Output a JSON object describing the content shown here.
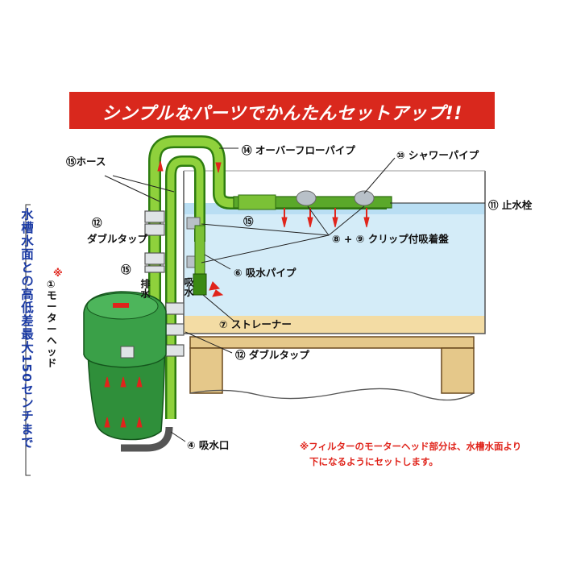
{
  "title": "シンプルなパーツでかんたんセットアップ!!",
  "side_note": "水槽水面との高低差最大150センチまで",
  "labels": {
    "hose": "⑮ホース",
    "overflow_pipe": "⑭ オーバーフローパイプ",
    "shower_pipe": "⑩ シャワーパイプ",
    "stopper": "⑪ 止水栓",
    "part15_tank": "⑮",
    "clip_sucker": "⑧ + ⑨ クリップ付吸着盤",
    "double_tap_left_1": "⑫",
    "double_tap_left_2": "ダブルタップ",
    "part15_left": "⑮",
    "suction_pipe": "⑥ 吸水パイプ",
    "motor_head_mark": "※",
    "motor_head": "①モーターヘッド",
    "drain": "排水",
    "intake": "吸水",
    "strainer": "⑦ ストレーナー",
    "double_tap_right": "⑫ ダブルタップ",
    "intake_port": "④ 吸水口"
  },
  "footnote": {
    "line1": "※フィルターのモーターヘッド部分は、水槽水面より",
    "line2": "下になるようにセットします。"
  },
  "colors": {
    "banner": "#d9281d",
    "pipe_green": "#6fbf2a",
    "pipe_dark": "#3a8a12",
    "filter_green": "#2f8f3a",
    "water": "#d4ecf8",
    "sand": "#f3dca4",
    "wood": "#e5c88a",
    "arrow_red": "#e0241b",
    "side_text": "#1a3aa4"
  }
}
